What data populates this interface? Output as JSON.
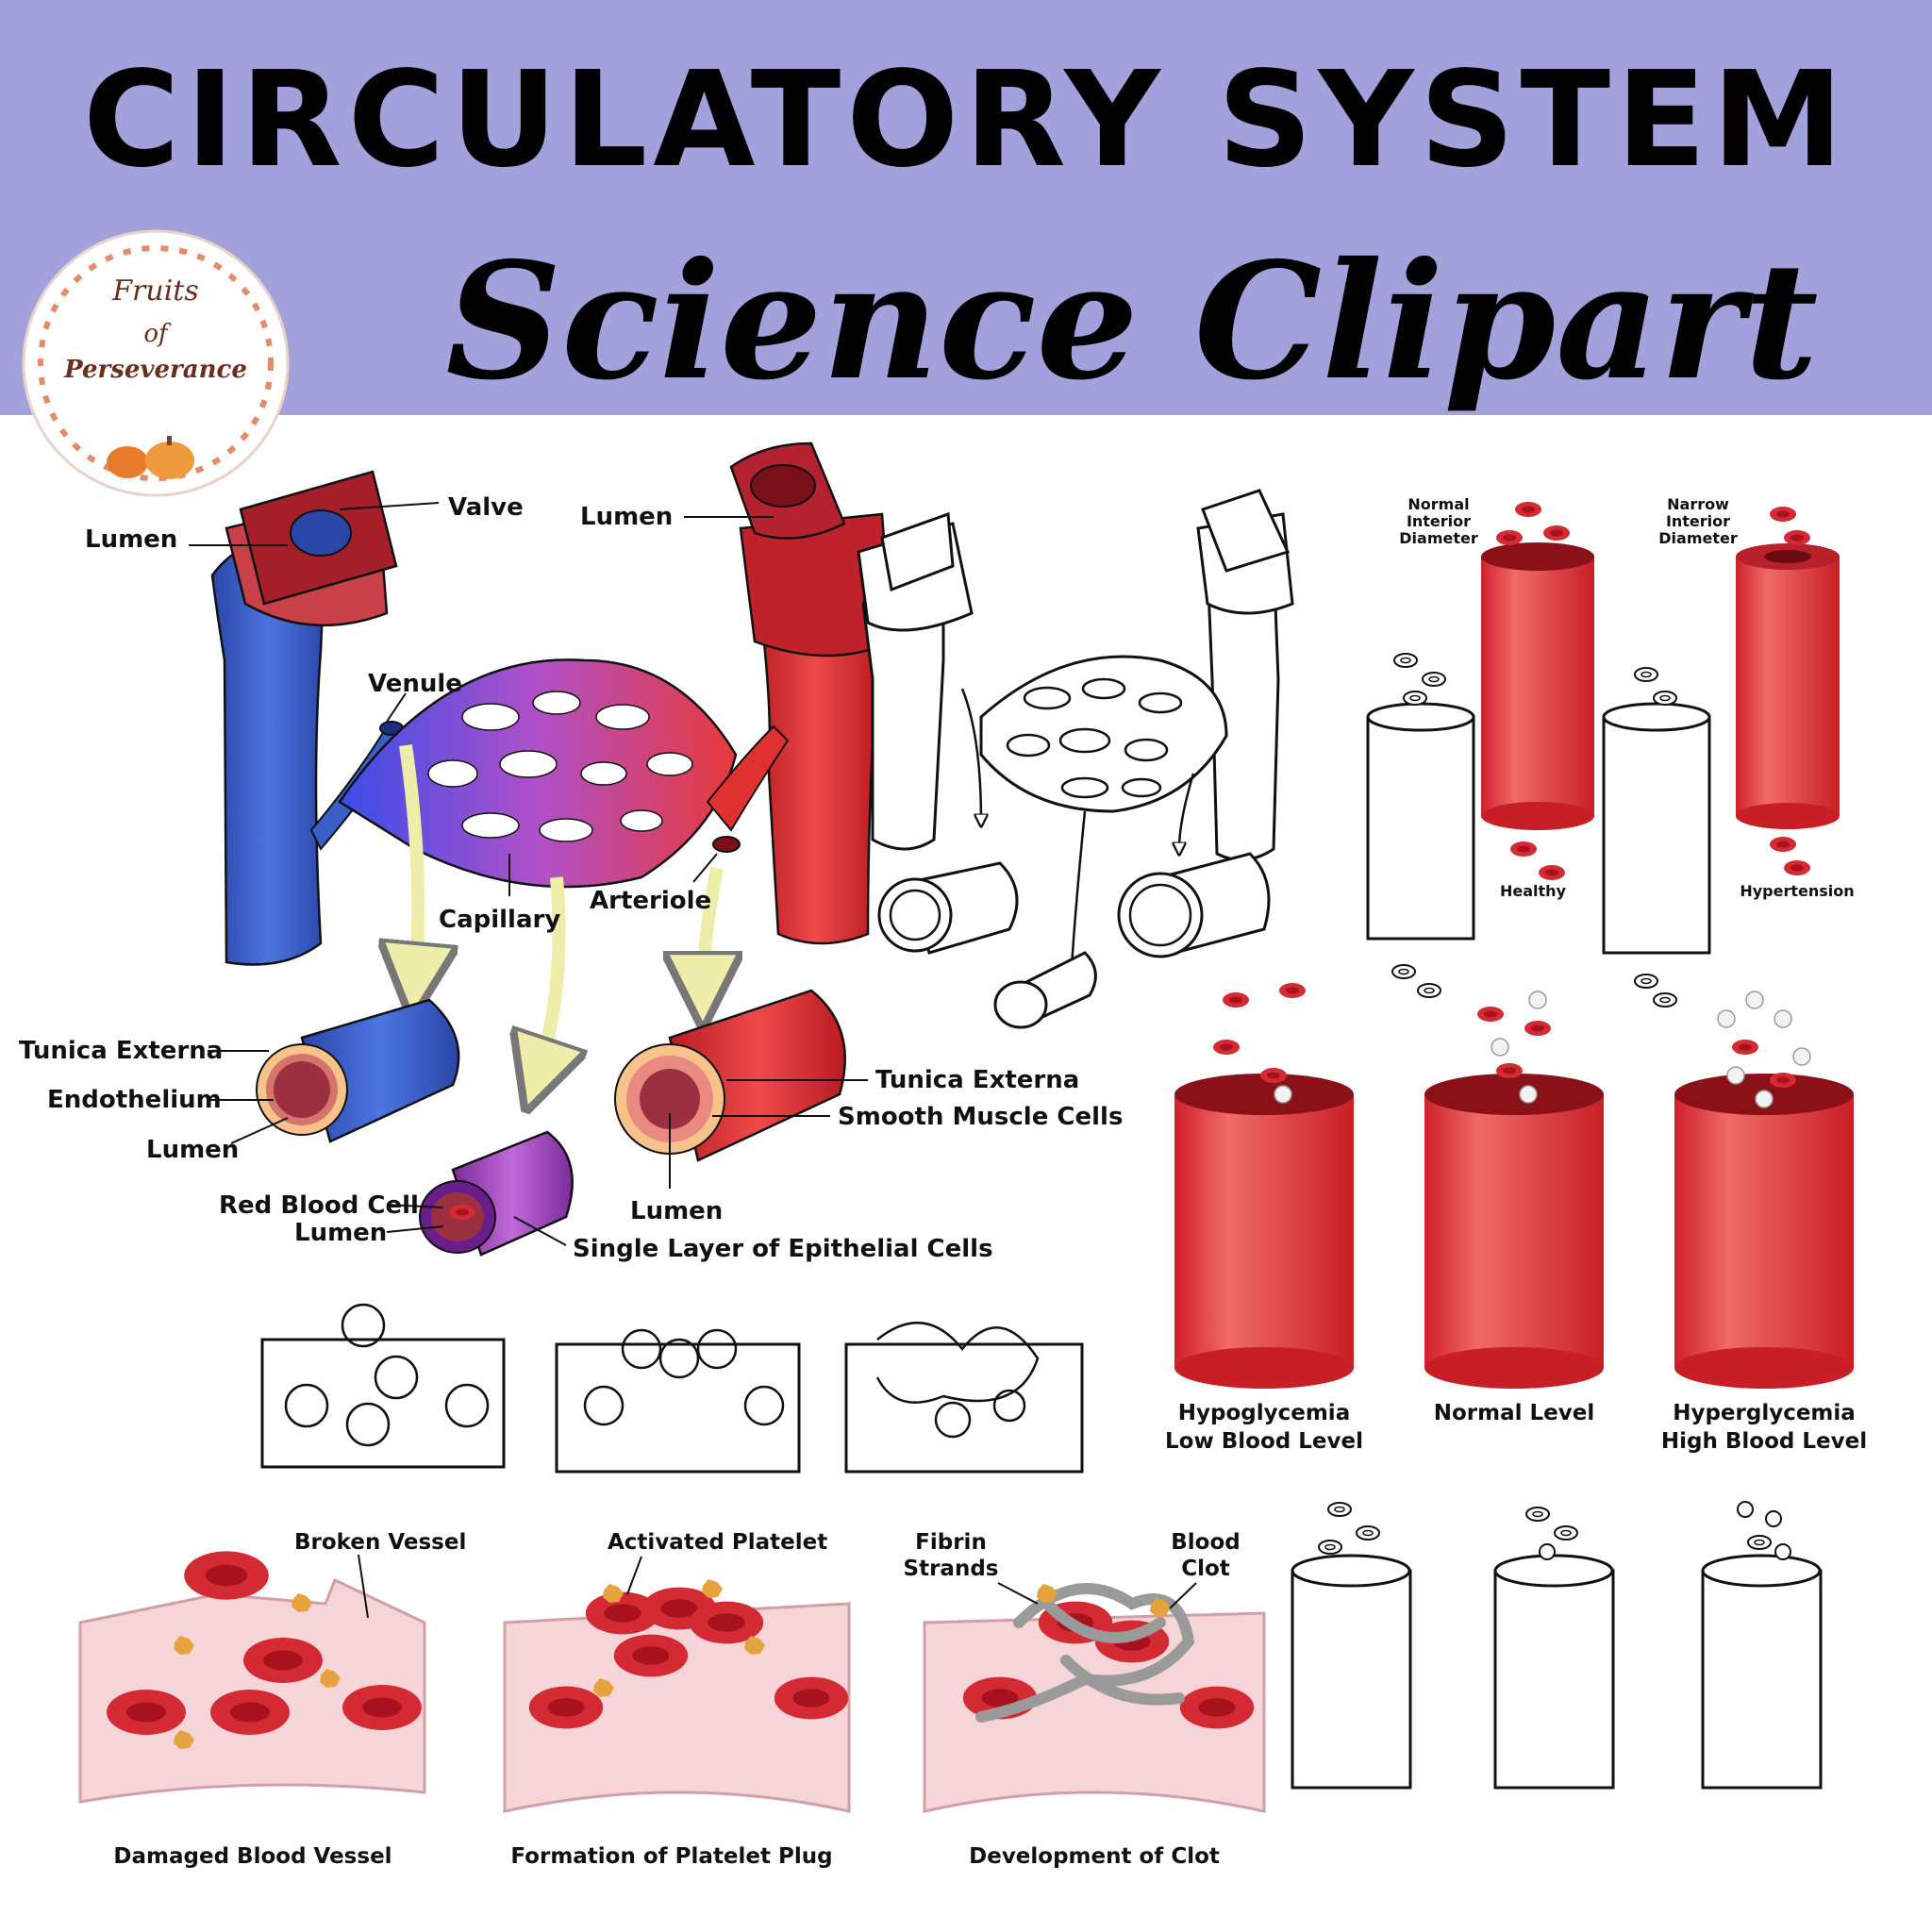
{
  "header": {
    "title": "CIRCULATORY SYSTEM",
    "subtitle": "Science Clipart",
    "background": "#a3a1dc"
  },
  "logo": {
    "line1": "Fruits",
    "line2": "of",
    "line3": "Perseverance"
  },
  "vessel_diagram": {
    "vein_lumen": "Lumen",
    "valve": "Valve",
    "artery_lumen": "Lumen",
    "venule": "Venule",
    "capillary": "Capillary",
    "arteriole": "Arteriole"
  },
  "vein_section": {
    "tunica_externa": "Tunica Externa",
    "endothelium": "Endothelium",
    "lumen": "Lumen"
  },
  "capillary_section": {
    "red_blood_cell": "Red Blood Cell",
    "lumen": "Lumen",
    "epithelial": "Single Layer of Epithelial Cells"
  },
  "artery_section": {
    "tunica_externa": "Tunica Externa",
    "smooth_muscle": "Smooth Muscle Cells",
    "lumen": "Lumen"
  },
  "blood_pressure": {
    "normal_diameter": [
      "Normal",
      "Interior",
      "Diameter"
    ],
    "narrow_diameter": [
      "Narrow",
      "Interior",
      "Diameter"
    ],
    "healthy": "Healthy",
    "hypertension": "Hypertension"
  },
  "glucose": {
    "hypo_line1": "Hypoglycemia",
    "hypo_line2": "Low Blood Level",
    "normal": "Normal Level",
    "hyper_line1": "Hyperglycemia",
    "hyper_line2": "High Blood Level"
  },
  "clotting": {
    "broken_vessel": "Broken Vessel",
    "activated_platelet": "Activated Platelet",
    "fibrin_line1": "Fibrin",
    "fibrin_line2": "Strands",
    "clot_line1": "Blood",
    "clot_line2": "Clot",
    "damaged": "Damaged Blood Vessel",
    "plug": "Formation of Platelet Plug",
    "development": "Development of Clot"
  },
  "colors": {
    "vein": "#3b5fc9",
    "artery": "#d8282b",
    "capillary": "#a04ac0",
    "arrow": "#eeeeaa",
    "tissue": "#f6d5d8",
    "rbc": "#d42a33",
    "platelet": "#e6a23c"
  }
}
